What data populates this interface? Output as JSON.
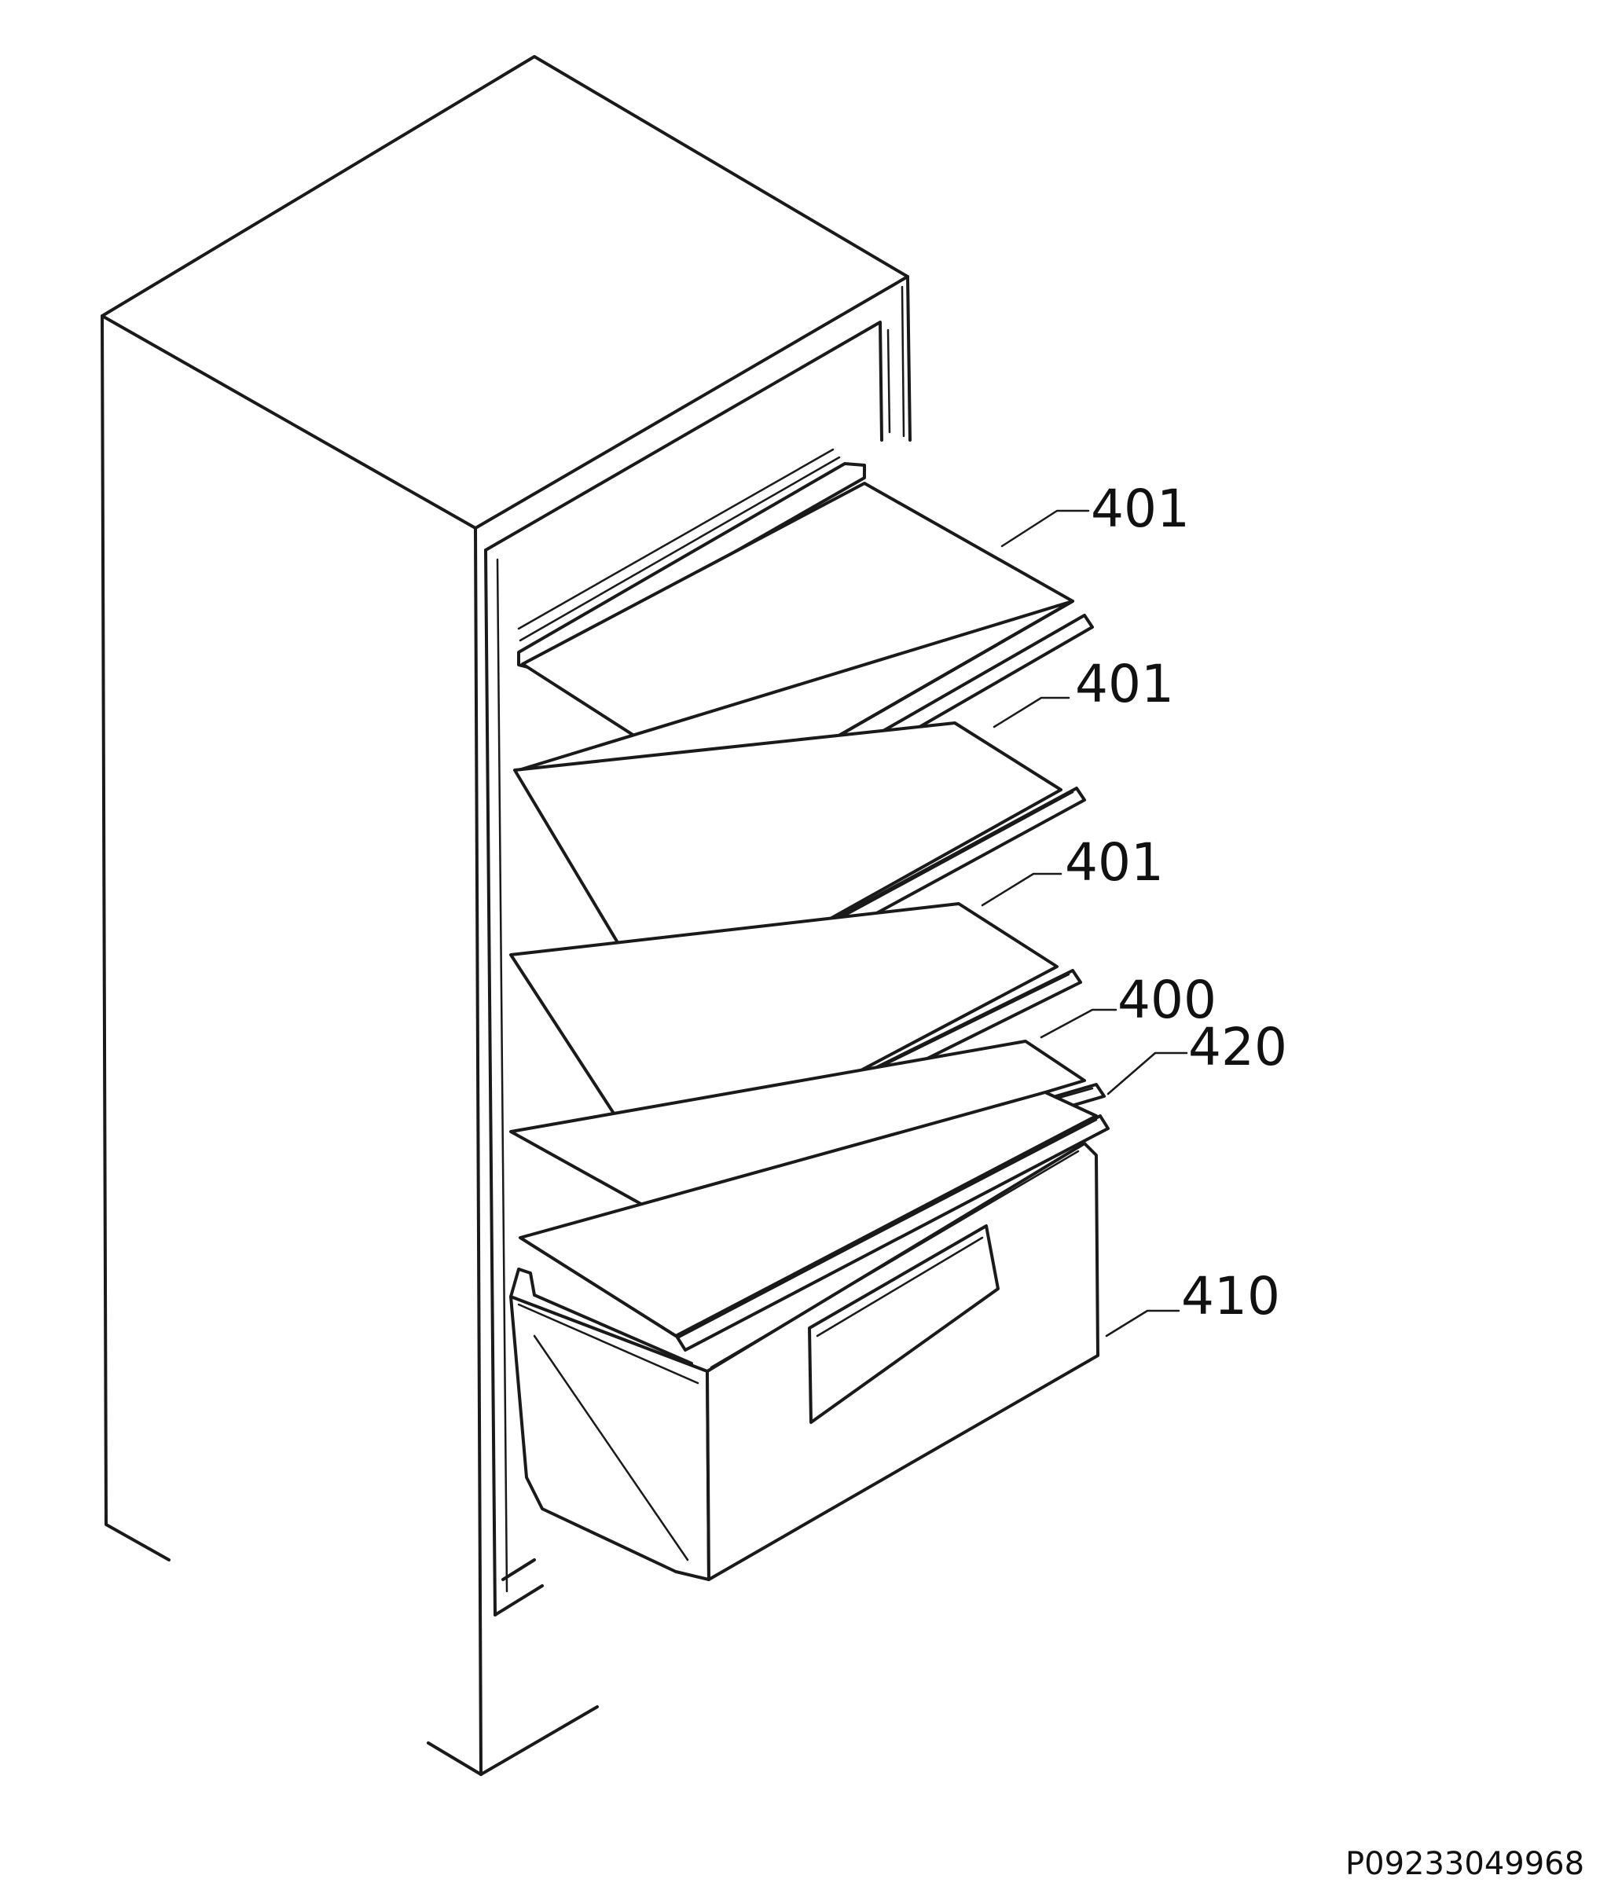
{
  "diagram": {
    "type": "exploded-parts-diagram",
    "callouts": [
      {
        "id": "shelf-1",
        "label": "401"
      },
      {
        "id": "shelf-2",
        "label": "401"
      },
      {
        "id": "shelf-3",
        "label": "401"
      },
      {
        "id": "shelf-4",
        "label": "400"
      },
      {
        "id": "trim-strip",
        "label": "420"
      },
      {
        "id": "crisper-drawer",
        "label": "410"
      }
    ],
    "document_code": "P09233049968"
  }
}
